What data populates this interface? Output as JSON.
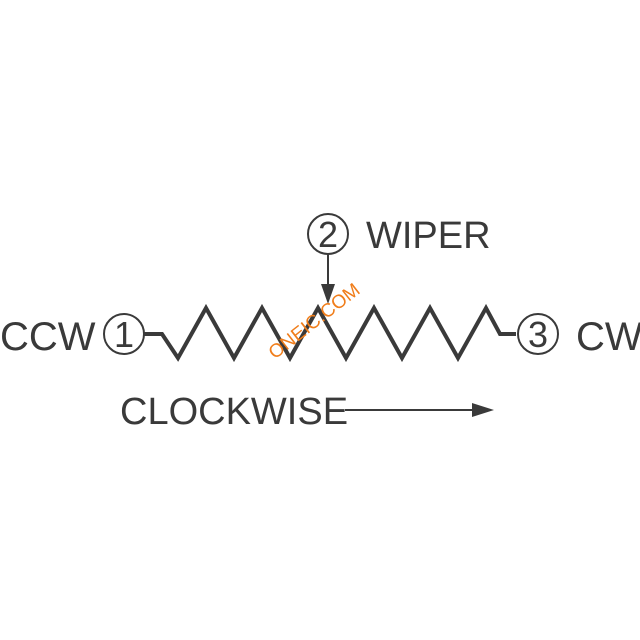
{
  "diagram": {
    "labels": {
      "ccw": "CCW",
      "cw": "CW",
      "wiper": "WIPER",
      "clockwise": "CLOCKWISE"
    },
    "pins": {
      "pin1": "1",
      "pin2": "2",
      "pin3": "3"
    },
    "watermark": "ONEIC.COM",
    "colors": {
      "stroke": "#3a3a3a",
      "text": "#3a3a3a",
      "watermark": "#f07d1a",
      "background": "#ffffff"
    }
  }
}
